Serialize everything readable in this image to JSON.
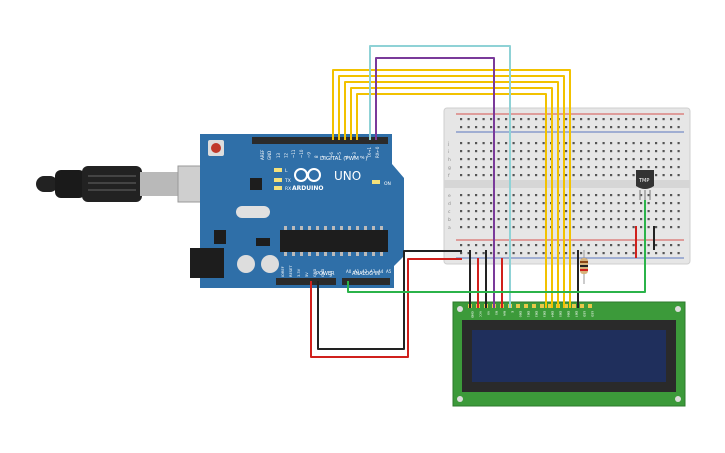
{
  "canvas": {
    "background": "#ffffff"
  },
  "colors": {
    "board": "#2f6fa8",
    "board_dark": "#245a8a",
    "header": "#2b2b2b",
    "breadboard": "#e6e6e6",
    "lcd_pcb": "#3c9a3a",
    "lcd_screen": "#1f2f5c",
    "wire_yellow": "#f2c200",
    "wire_purple": "#7a3a9a",
    "wire_cyan": "#8fd2d6",
    "wire_red": "#d0201c",
    "wire_black": "#222222",
    "wire_green": "#2bb34a",
    "sensor": "#333333"
  },
  "arduino": {
    "brand": "ARDUINO",
    "model": "UNO",
    "digital_label": "DIGITAL (PWM ~)",
    "power_label": "POWER",
    "analog_label": "ANALOG IN",
    "led_on": "ON",
    "led_l": "L",
    "led_tx": "TX",
    "led_rx": "RX",
    "aref": "AREF",
    "gnd": "GND",
    "digital_pins": [
      "13",
      "12",
      "~11",
      "~10",
      "~9",
      "8",
      "7",
      "~6",
      "~5",
      "4",
      "~3",
      "2",
      "TX→1",
      "RX←0"
    ],
    "power_pins": [
      "IOREF",
      "RESET",
      "3.3V",
      "5V",
      "GND",
      "GND",
      "Vin"
    ],
    "analog_pins": [
      "A0",
      "A1",
      "A2",
      "A3",
      "A4",
      "A5"
    ]
  },
  "sensor": {
    "label": "TMP"
  },
  "breadboard": {
    "row_letters_top": [
      "j",
      "i",
      "h",
      "g",
      "f"
    ],
    "row_letters_bottom": [
      "e",
      "d",
      "c",
      "b",
      "a"
    ]
  },
  "lcd": {
    "pin_labels": [
      "GND",
      "VCC",
      "V0",
      "RS",
      "RW",
      "E",
      "DB0",
      "DB1",
      "DB2",
      "DB3",
      "DB4",
      "DB5",
      "DB6",
      "DB7",
      "LED",
      "LED"
    ]
  },
  "icons": {
    "usb_cable": "usb-cable-icon",
    "arduino_logo": "infinity-logo-icon"
  }
}
